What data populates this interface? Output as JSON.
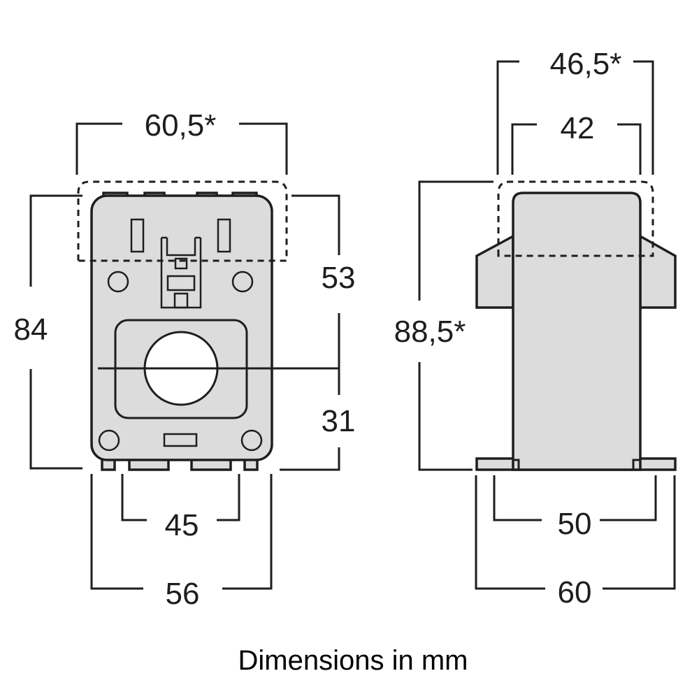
{
  "colors": {
    "body": "#dcdcdd",
    "outline": "#1e1e1e",
    "background": "#ffffff"
  },
  "front_view": {
    "dim_top_overall": "60,5*",
    "dim_height": "84",
    "dim_upper": "53",
    "dim_lower": "31",
    "dim_feet_inner": "45",
    "dim_width": "56"
  },
  "side_view": {
    "dim_top_overall": "46,5*",
    "dim_top_inner": "42",
    "dim_height": "88,5*",
    "dim_feet_inner": "50",
    "dim_width": "60"
  },
  "caption": "Dimensions in mm"
}
